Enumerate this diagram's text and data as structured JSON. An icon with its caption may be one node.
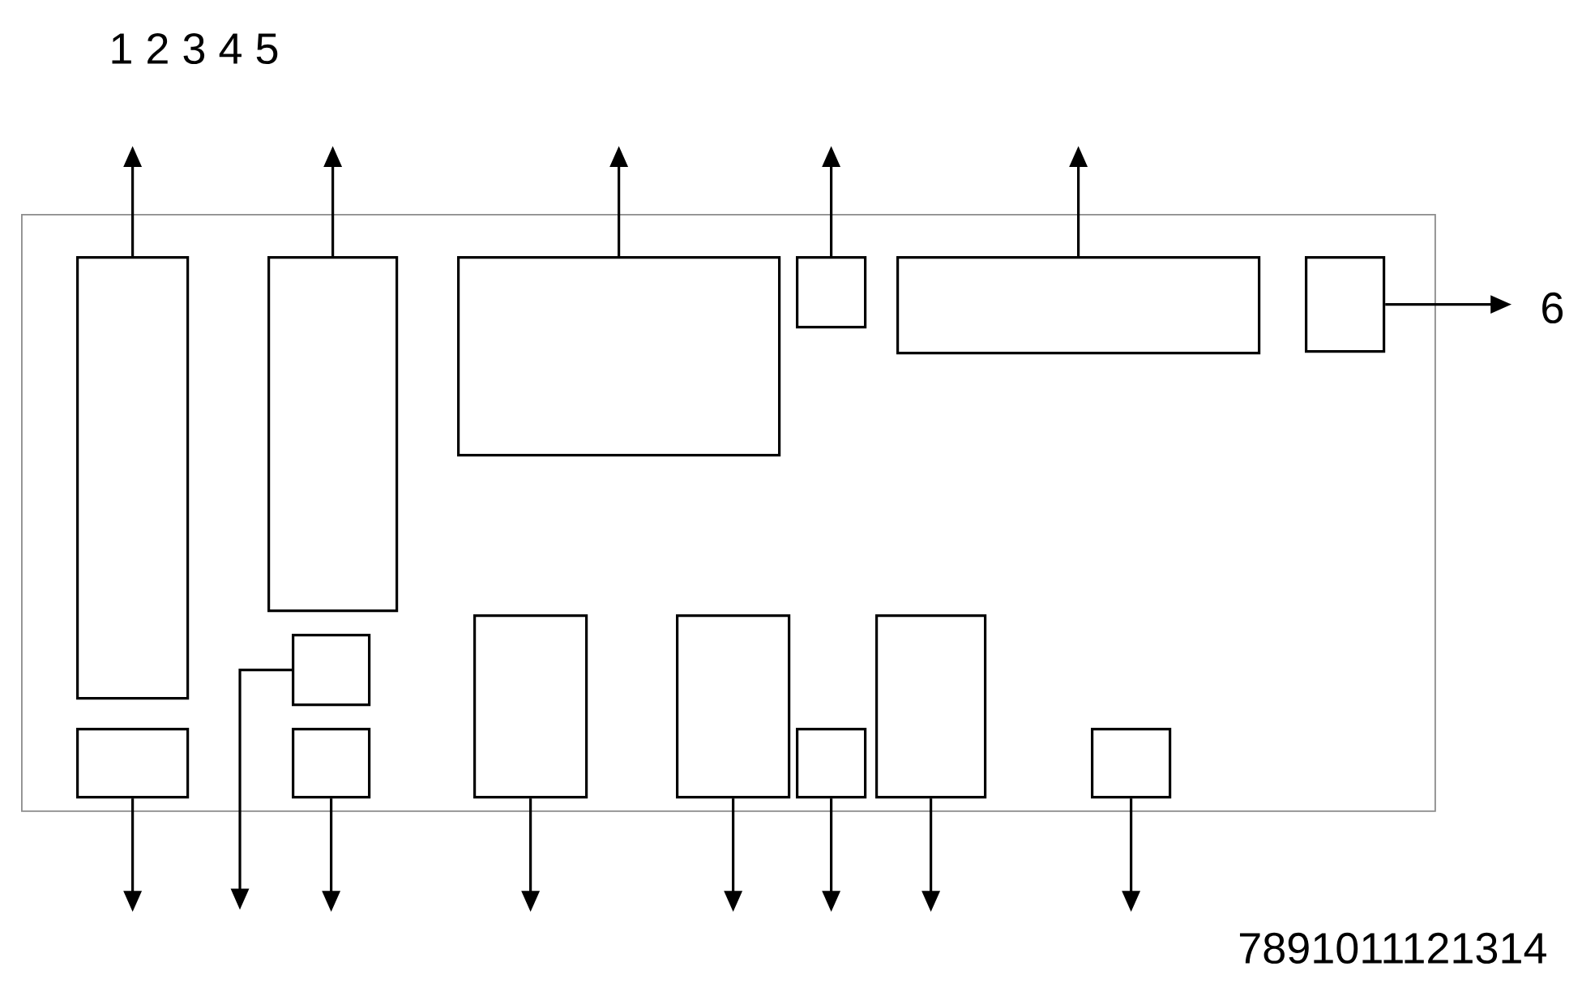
{
  "diagram": {
    "nodes": [
      {
        "text": [],
        "shape": "box"
      },
      {
        "text": [],
        "shape": "box",
        "in": 0
      },
      {
        "text": [],
        "shape": "box",
        "in": 0
      },
      {
        "text": [],
        "shape": "box",
        "in": 0
      },
      {
        "text": [],
        "shape": "box",
        "in": 0
      },
      {
        "text": [],
        "shape": "box",
        "in": 0
      },
      {
        "text": [],
        "shape": "box",
        "in": 0
      },
      {
        "text": [],
        "shape": "box",
        "in": 0
      },
      {
        "text": [],
        "shape": "box",
        "in": 0
      },
      {
        "text": [],
        "shape": "box",
        "in": 0
      },
      {
        "text": [],
        "shape": "box",
        "in": 0
      },
      {
        "text": [],
        "shape": "box",
        "in": 0
      },
      {
        "text": [],
        "shape": "box",
        "in": 0
      },
      {
        "text": [],
        "shape": "box",
        "in": 0
      },
      {
        "text": [],
        "shape": "box",
        "in": 0
      }
    ],
    "edges": [
      {
        "from": 1,
        "to": null,
        "arrow": "to"
      },
      {
        "from": 2,
        "to": null,
        "arrow": "to"
      },
      {
        "from": 3,
        "to": null,
        "arrow": "to"
      },
      {
        "from": 4,
        "to": null,
        "arrow": "to"
      },
      {
        "from": 5,
        "to": null,
        "arrow": "to"
      },
      {
        "from": 6,
        "to": null,
        "arrow": "to"
      },
      {
        "from": 11,
        "to": null,
        "arrow": "to"
      },
      {
        "from": 7,
        "to": null,
        "arrow": "to"
      },
      {
        "from": 12,
        "to": null,
        "arrow": "to"
      },
      {
        "from": 8,
        "to": null,
        "arrow": "to"
      },
      {
        "from": 9,
        "to": null,
        "arrow": "to"
      },
      {
        "from": 13,
        "to": null,
        "arrow": "to"
      },
      {
        "from": 10,
        "to": null,
        "arrow": "to"
      },
      {
        "from": 14,
        "to": null,
        "arrow": "to"
      }
    ],
    "labels": [
      "1 2 3 4 5",
      "6",
      "7891011121314"
    ]
  }
}
